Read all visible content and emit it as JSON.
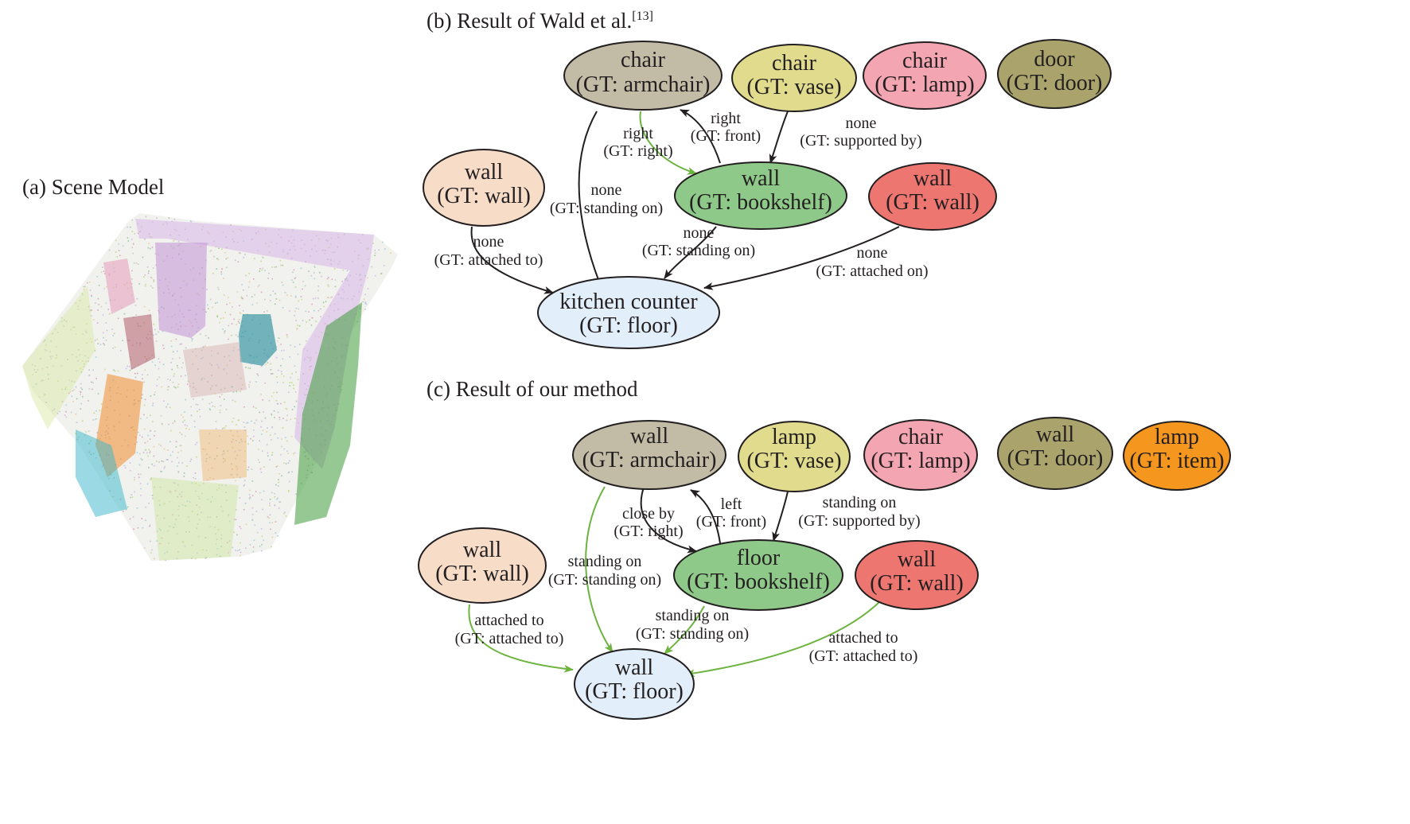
{
  "panels": {
    "a_title": "(a) Scene Model",
    "b_title": "(b) Result of Wald et al.",
    "b_title_ref": "[13]",
    "c_title": "(c) Result of our method"
  },
  "colors": {
    "edge_default": "#231f20",
    "edge_correct": "#6cb33f",
    "armchair_node": "#c2bca6",
    "vase_node": "#e1db8d",
    "lamp_node": "#f3a5b1",
    "door_node": "#aaa36c",
    "wall_node": "#f7dcc8",
    "bookshelf_node": "#8fc98a",
    "wall_red_node": "#ee7670",
    "floor_node": "#e2effa",
    "item_node": "#f5961e"
  },
  "graph_b": {
    "nodes": {
      "armchair": {
        "label": "chair",
        "gt": "(GT: armchair)"
      },
      "vase": {
        "label": "chair",
        "gt": "(GT: vase)"
      },
      "lamp": {
        "label": "chair",
        "gt": "(GT: lamp)"
      },
      "door": {
        "label": "door",
        "gt": "(GT: door)"
      },
      "wall": {
        "label": "wall",
        "gt": "(GT: wall)"
      },
      "bookshelf": {
        "label": "wall",
        "gt": "(GT: bookshelf)"
      },
      "wall_red": {
        "label": "wall",
        "gt": "(GT: wall)"
      },
      "floor": {
        "label": "kitchen counter",
        "gt": "(GT: floor)"
      }
    },
    "edges": {
      "armchair_bookshelf": {
        "label": "right",
        "gt": "(GT: right)"
      },
      "bookshelf_armchair": {
        "label": "right",
        "gt": "(GT: front)"
      },
      "vase_bookshelf": {
        "label": "none",
        "gt": "(GT: supported by)"
      },
      "armchair_floor": {
        "label": "none",
        "gt": "(GT: standing on)"
      },
      "bookshelf_floor": {
        "label": "none",
        "gt": "(GT: standing on)"
      },
      "wall_floor": {
        "label": "none",
        "gt": "(GT: attached to)"
      },
      "wallred_floor": {
        "label": "none",
        "gt": "(GT: attached on)"
      }
    }
  },
  "graph_c": {
    "nodes": {
      "armchair": {
        "label": "wall",
        "gt": "(GT: armchair)"
      },
      "vase": {
        "label": "lamp",
        "gt": "(GT: vase)"
      },
      "lamp": {
        "label": "chair",
        "gt": "(GT: lamp)"
      },
      "door": {
        "label": "wall",
        "gt": "(GT: door)"
      },
      "item": {
        "label": "lamp",
        "gt": "(GT: item)"
      },
      "wall": {
        "label": "wall",
        "gt": "(GT: wall)"
      },
      "bookshelf": {
        "label": "floor",
        "gt": "(GT: bookshelf)"
      },
      "wall_red": {
        "label": "wall",
        "gt": "(GT: wall)"
      },
      "floor": {
        "label": "wall",
        "gt": "(GT: floor)"
      }
    },
    "edges": {
      "armchair_bookshelf": {
        "label": "close by",
        "gt": "(GT: right)"
      },
      "bookshelf_armchair": {
        "label": "left",
        "gt": "(GT: front)"
      },
      "vase_bookshelf": {
        "label": "standing on",
        "gt": "(GT: supported by)"
      },
      "armchair_floor": {
        "label": "standing on",
        "gt": "(GT: standing on)"
      },
      "bookshelf_floor": {
        "label": "standing on",
        "gt": "(GT: standing on)"
      },
      "wall_floor": {
        "label": "attached to",
        "gt": "(GT: attached to)"
      },
      "wallred_floor": {
        "label": "attached to",
        "gt": "(GT: attached to)"
      }
    }
  }
}
